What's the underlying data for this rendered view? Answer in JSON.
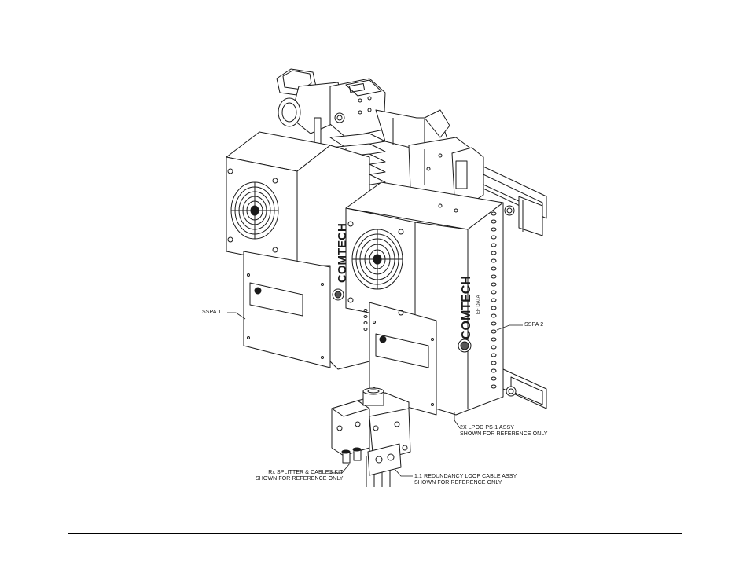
{
  "figure": {
    "brand_text": "COMTECH",
    "brand_sub": "EF DATA",
    "callouts": {
      "sspa1": "SSPA 1",
      "sspa2": "SSPA 2",
      "lpod_line1": "2X LPOD PS-1 ASSY",
      "lpod_line2": "SHOWN FOR REFERENCE ONLY",
      "rx_line1": "Rx SPLITTER & CABLES KIT",
      "rx_line2": "SHOWN FOR REFERENCE ONLY",
      "loop_line1": "1:1 REDUNDANCY LOOP CABLE ASSY",
      "loop_line2": "SHOWN FOR REFERENCE ONLY"
    }
  },
  "colors": {
    "line": "#1a1a1a",
    "paper": "#ffffff",
    "shade": "#d9d9d9",
    "dark": "#555555"
  }
}
